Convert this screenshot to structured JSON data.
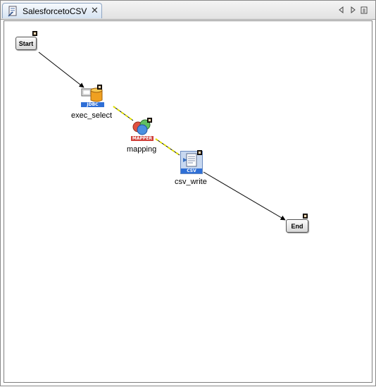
{
  "tab": {
    "title": "SalesforcetoCSV",
    "close_glyph": "✕",
    "icon": "document-flow-icon"
  },
  "tab_nav": {
    "left_icon": "triangle-left-icon",
    "right_icon": "triangle-right-icon",
    "menu_icon": "list-menu-icon"
  },
  "flow": {
    "start": {
      "label": "Start"
    },
    "exec_select": {
      "label": "exec_select",
      "badge_text": "JDBC",
      "icon": "database-jdbc-icon"
    },
    "mapping": {
      "label": "mapping",
      "badge_text": "MAPPER",
      "icon": "mapper-icon"
    },
    "csv_write": {
      "label": "csv_write",
      "badge_text": "CSV",
      "icon": "csv-file-icon"
    },
    "end": {
      "label": "End"
    }
  },
  "colors": {
    "selection_dash": "#e0e000",
    "jdbc_strip": "#2f6fd6",
    "mapper_strip": "#d0403a",
    "csv_strip": "#2f6fd6"
  }
}
